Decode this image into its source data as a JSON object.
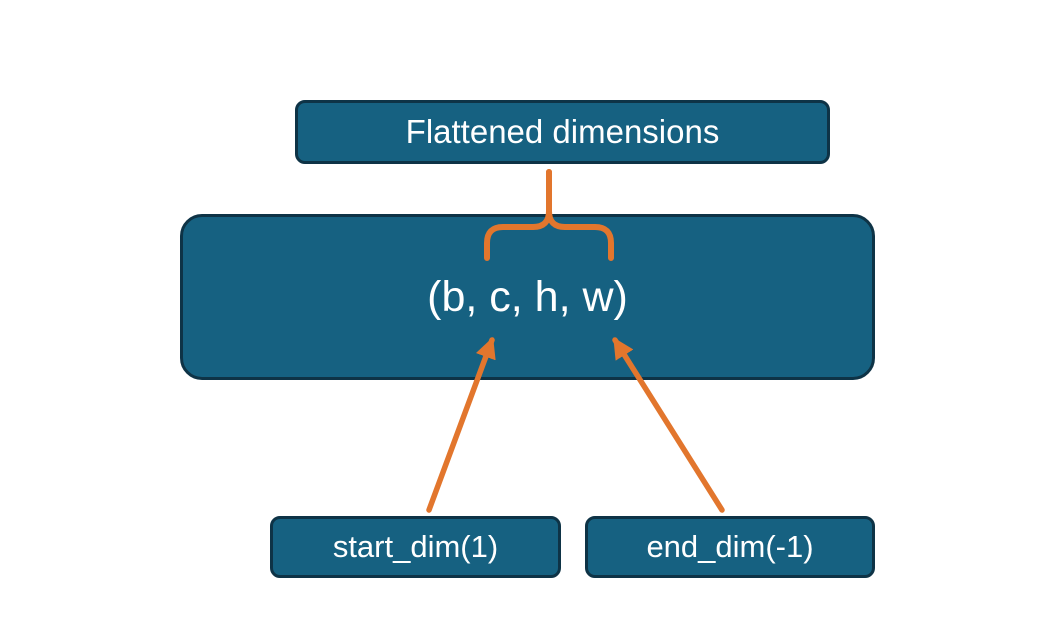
{
  "diagram": {
    "title_box": {
      "label": "Flattened dimensions"
    },
    "main_box": {
      "label": "(b, c, h, w)"
    },
    "start_box": {
      "label": "start_dim(1)"
    },
    "end_box": {
      "label": "end_dim(-1)"
    },
    "colors": {
      "box_fill": "#166181",
      "box_border": "#0e3346",
      "accent_orange": "#e2762d",
      "text": "#ffffff",
      "background": "#ffffff"
    },
    "icons": {
      "brace": "curly-brace-icon",
      "arrow": "arrow-icon"
    }
  }
}
